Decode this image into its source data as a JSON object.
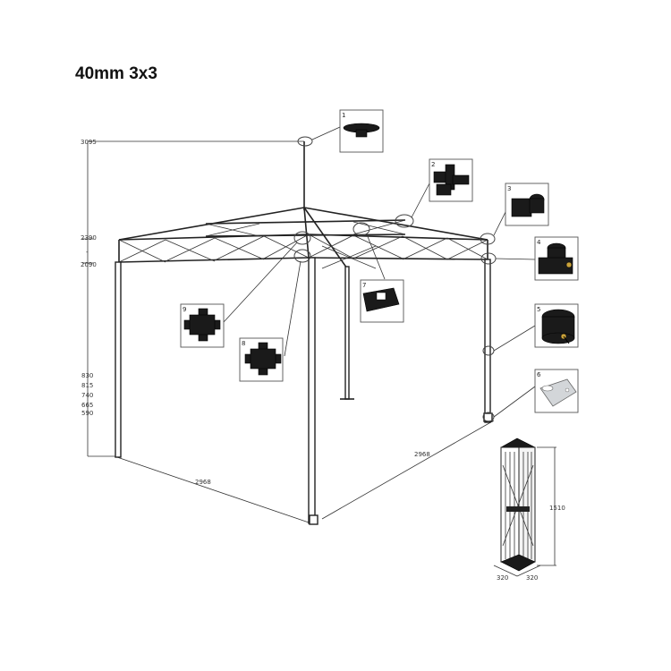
{
  "title": "40mm 3x3",
  "dimensions": {
    "height_top": "3095",
    "height_mid_1": "2390",
    "height_mid_sep": "-",
    "height_mid_2": "2090",
    "leg_levels": [
      "830",
      "815",
      "740",
      "665",
      "590"
    ],
    "width_left": "2968",
    "width_right": "2968",
    "folded_height": "1510",
    "folded_w1": "320",
    "folded_w2": "320"
  },
  "parts": [
    {
      "number": "1",
      "icon": "top-cap-icon"
    },
    {
      "number": "2",
      "icon": "corner-connector-icon"
    },
    {
      "number": "3",
      "icon": "top-slider-icon"
    },
    {
      "number": "4",
      "icon": "slider-with-pin-icon"
    },
    {
      "number": "5",
      "icon": "leg-clamp-icon"
    },
    {
      "number": "6",
      "icon": "foot-plate-icon"
    },
    {
      "number": "7",
      "icon": "center-plate-icon"
    },
    {
      "number": "8",
      "icon": "cross-connector-icon"
    },
    {
      "number": "9",
      "icon": "cross-connector-icon"
    }
  ]
}
